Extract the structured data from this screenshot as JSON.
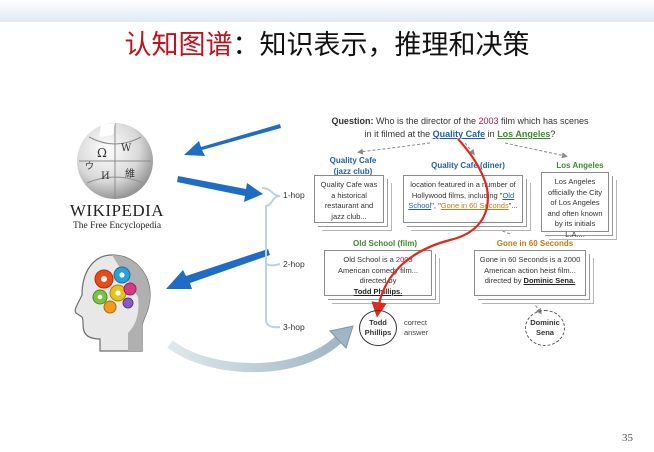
{
  "title": {
    "highlight": "认知图谱",
    "rest": "：知识表示，推理和决策"
  },
  "page_number": "35",
  "wikipedia": {
    "name": "WIKIPEDIA",
    "subtitle": "The Free Encyclopedia"
  },
  "question": {
    "label": "Question:",
    "part1": " Who is the director of the ",
    "year": "2003",
    "part2": " film which has scenes",
    "part3": "in it filmed at the ",
    "entity1": "Quality Cafe",
    "part4": " in ",
    "entity2": "Los Angeles",
    "part5": "?"
  },
  "hops": [
    "1-hop",
    "2-hop",
    "3-hop"
  ],
  "entities": {
    "qc_jazz": "Quality Cafe\n(jazz club)",
    "qc_diner": "Quality Cafe (diner)",
    "los_angeles": "Los Angeles",
    "old_school": "Old School (film)",
    "gone": "Gone in 60 Seconds"
  },
  "cards": {
    "qc_jazz": "Quality Cafe was a historical restaurant and jazz club...",
    "qc_diner_pre": "location featured in a number of Hollywood films, including \"",
    "qc_diner_link1": "Old School",
    "qc_diner_mid": "\", \"",
    "qc_diner_link2": "Gone in 60 Seconds",
    "qc_diner_post": "\"...",
    "los_angeles": "Los Angeles officially the City of Los Angeles and often known by its initials L.A....",
    "old_school_pre": "Old School is a ",
    "old_school_year": "2003",
    "old_school_mid": " American comedy film... directed by",
    "old_school_link": "Todd Phillips.",
    "gone_pre": "Gone in 60 Seconds is a 2000 American action heist film... directed by ",
    "gone_link": "Dominic Sena."
  },
  "answers": {
    "correct_name": "Todd\nPhillips",
    "correct_label": "correct\nanswer",
    "wrong_name": "Dominic\nSena"
  },
  "colors": {
    "title_red": "#c0141c",
    "arrow_blue": "#1f6cc4",
    "path_red": "#e02a1a",
    "entity_blue": "#1f5fa8",
    "entity_green": "#3c8a2e",
    "entity_orange": "#c97a14"
  }
}
